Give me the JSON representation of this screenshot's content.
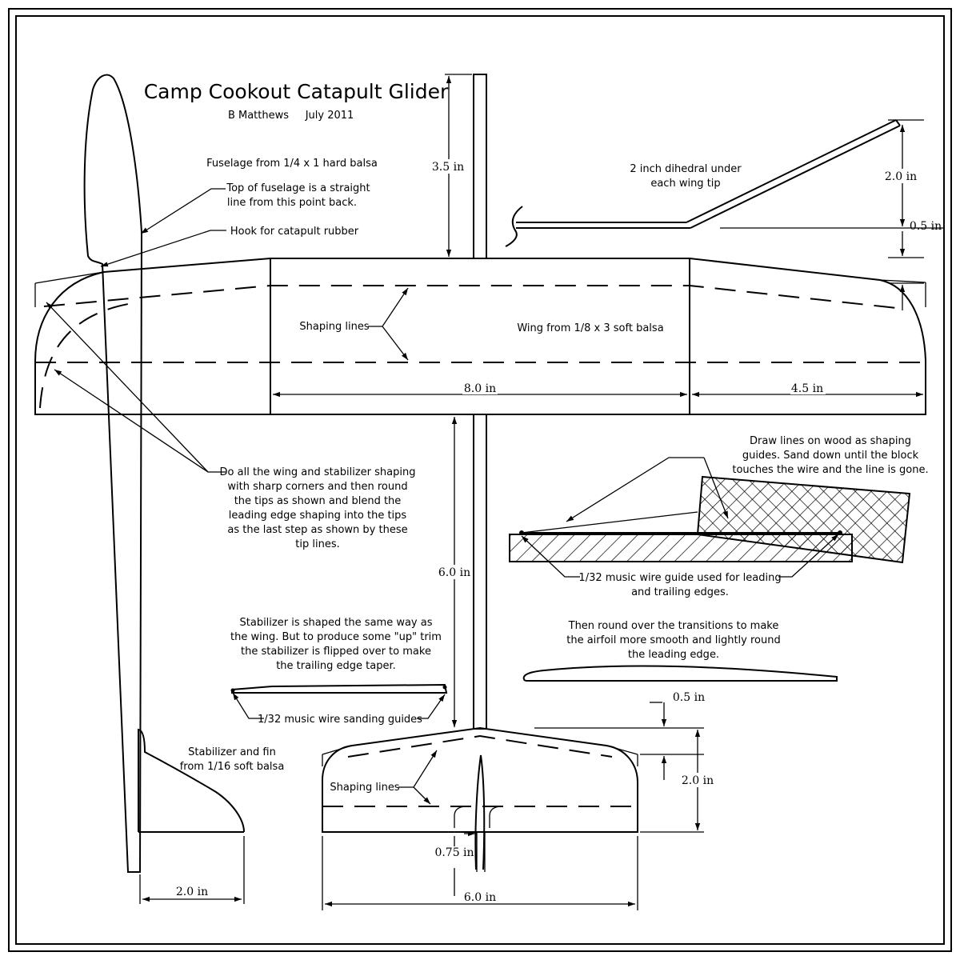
{
  "title": {
    "main": "Camp Cookout Catapult Glider",
    "author": "B Matthews",
    "date": "July 2011"
  },
  "notes": {
    "fuselage": "Fuselage from 1/4 x 1 hard balsa",
    "top_line_1": "Top of fuselage is a straight",
    "top_line_2": "line from this point back.",
    "hook": "Hook for catapult rubber",
    "dihedral_1": "2 inch dihedral under",
    "dihedral_2": "each wing tip",
    "shaping_lines_wing": "Shaping lines",
    "wing_material": "Wing from 1/8 x 3 soft balsa",
    "tips_1": "Do all the wing and stabilizer shaping",
    "tips_2": "with sharp corners and then round",
    "tips_3": "the tips as shown and blend the",
    "tips_4": "leading edge shaping into the tips",
    "tips_5": "as the last step as shown by these",
    "tips_6": "tip lines.",
    "draw_1": "Draw lines on wood as shaping",
    "draw_2": "guides.  Sand down until the block",
    "draw_3": "touches the wire and the line is gone.",
    "guide_1": "1/32 music wire guide used for leading",
    "guide_2": "and trailing edges.",
    "stab_1": "Stabilizer is shaped the same way as",
    "stab_2": "the wing.  But to produce some \"up\" trim",
    "stab_3": "the stabilizer is flipped over to make",
    "stab_4": "the trailing edge taper.",
    "round_1": "Then round over the transitions to make",
    "round_2": "the airfoil more smooth and lightly round",
    "round_3": "the leading edge.",
    "sanding_guides": "1/32 music wire sanding guides",
    "stab_fin_1": "Stabilizer and fin",
    "stab_fin_2": "from 1/16 soft balsa",
    "shaping_lines_stab": "Shaping lines"
  },
  "dimensions": {
    "nose_length": "3.5 in",
    "dihedral_height": "2.0 in",
    "dihedral_offset": "0.5 in",
    "center_section": "8.0 in",
    "tip_panel": "4.5 in",
    "tail_moment": "6.0 in",
    "fin_chord": "2.0 in",
    "stab_offset": "0.5 in",
    "stab_chord": "2.0 in",
    "fin_gap": "0.75 in",
    "stab_span": "6.0 in"
  }
}
